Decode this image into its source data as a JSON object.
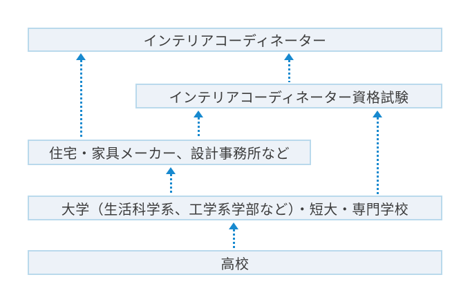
{
  "colors": {
    "box_fill": "#edf2f8",
    "box_border": "#b9d9ec",
    "arrow": "#1789cf",
    "text": "#3c3c3c",
    "bg": "#ffffff"
  },
  "boxes": {
    "interior_coordinator": {
      "label": "インテリアコーディネーター"
    },
    "qualification_exam": {
      "label": "インテリアコーディネーター資格試験"
    },
    "employers": {
      "label": "住宅・家具メーカー、設計事務所など"
    },
    "university": {
      "label": "大学（生活科学系、工学系学部など）・短大・専門学校"
    },
    "high_school": {
      "label": "高校"
    }
  },
  "connections": [
    {
      "from": "employers",
      "to": "interior_coordinator"
    },
    {
      "from": "qualification_exam",
      "to": "interior_coordinator"
    },
    {
      "from": "employers",
      "to": "qualification_exam"
    },
    {
      "from": "university",
      "to": "qualification_exam"
    },
    {
      "from": "university",
      "to": "employers"
    },
    {
      "from": "high_school",
      "to": "university"
    }
  ]
}
